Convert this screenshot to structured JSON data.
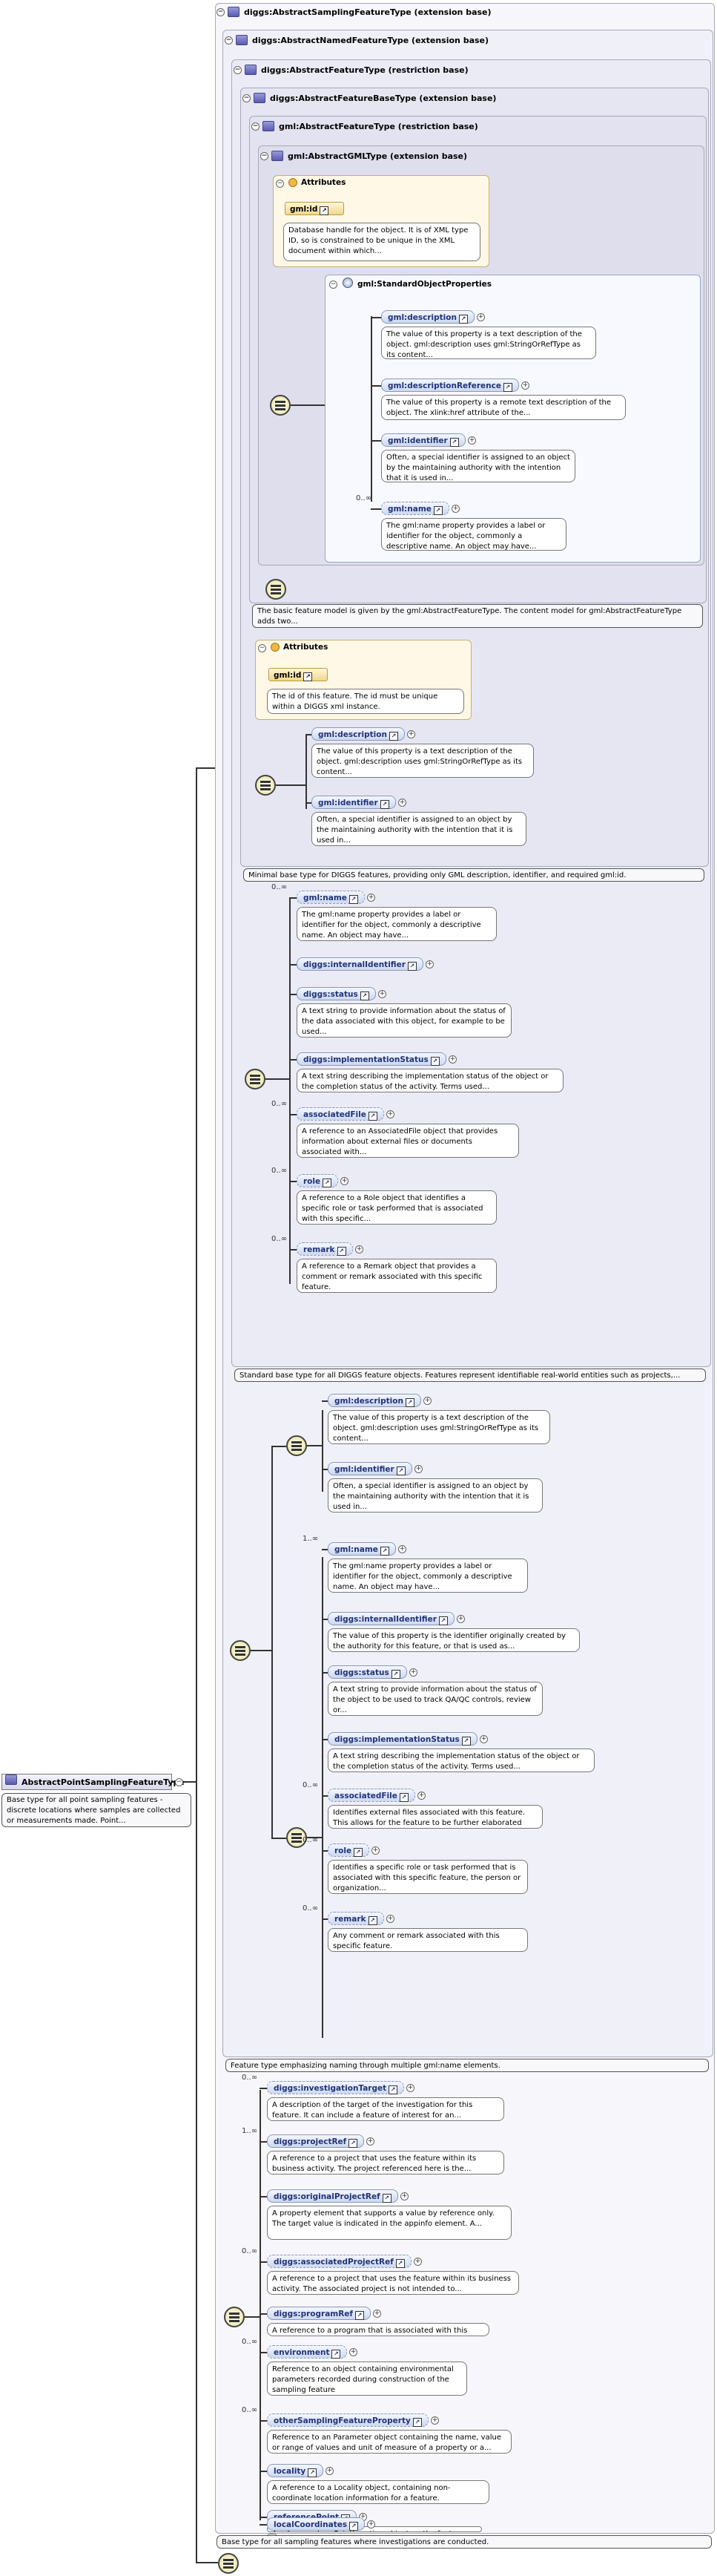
{
  "boxes": {
    "sampling_title": "diggs:AbstractSamplingFeatureType (extension base)",
    "named_title": "diggs:AbstractNamedFeatureType (extension base)",
    "feature_title": "diggs:AbstractFeatureType (restriction base)",
    "featurebase_title": "diggs:AbstractFeatureBaseType (extension base)",
    "gmlfeature_title": "gml:AbstractFeatureType (restriction base)",
    "gmlgml_title": "gml:AbstractGMLType (extension base)",
    "attributes_label": "Attributes",
    "attributes2_label": "Attributes",
    "std_props_label": "gml:StandardObjectProperties"
  },
  "root": {
    "name": "AbstractPointSamplingFeatureType",
    "doc": "Base type for all point sampling features - discrete locations where samples are collected or measurements made. Point..."
  },
  "gml_attr": {
    "name": "gml:id",
    "doc": "Database handle for the object. It is of XML type ID, so is constrained to be unique in the XML document within which..."
  },
  "std_props": [
    {
      "name": "gml:description",
      "mult": "",
      "doc": "The value of this property is a text description of the object. gml:description uses gml:StringOrRefType as its content..."
    },
    {
      "name": "gml:descriptionReference",
      "mult": "",
      "doc": "The value of this property is a remote text description of the object. The xlink:href attribute of the..."
    },
    {
      "name": "gml:identifier",
      "mult": "",
      "doc": "Often, a special identifier is assigned to an object by the maintaining authority with the intention that it is used in..."
    },
    {
      "name": "gml:name",
      "mult": "0..∞",
      "doc": "The gml:name property provides a label or identifier for the object, commonly a descriptive name. An object may have..."
    }
  ],
  "gmlfeature_annot": "The basic feature model is given by the gml:AbstractFeatureType. The content model for gml:AbstractFeatureType adds two...",
  "fb_attr": {
    "name": "gml:id",
    "doc": "The id of this feature. The id must be unique within a DIGGS xml instance."
  },
  "fb_elements": [
    {
      "name": "gml:description",
      "doc": "The value of this property is a text description of the object. gml:description uses gml:StringOrRefType as its content..."
    },
    {
      "name": "gml:identifier",
      "doc": "Often, a special identifier is assigned to an object by the maintaining authority with the intention that it is used in..."
    }
  ],
  "featurebase_annot": "Minimal base type for DIGGS features, providing only GML description, identifier, and required gml:id.",
  "feature_elements": [
    {
      "name": "gml:name",
      "mult": "0..∞",
      "doc": "The gml:name property provides a label or identifier for the object, commonly a descriptive name. An object may have..."
    },
    {
      "name": "diggs:internalIdentifier",
      "mult": "",
      "doc": ""
    },
    {
      "name": "diggs:status",
      "mult": "",
      "doc": "A text string to provide information about the status of the data associated with this object, for example to be used..."
    },
    {
      "name": "diggs:implementationStatus",
      "mult": "",
      "doc": "A text string describing the implementation status of the object or the completion status of the activity. Terms used..."
    },
    {
      "name": "associatedFile",
      "mult": "0..∞",
      "doc": "A reference to an AssociatedFile object that provides information about external files or documents associated with..."
    },
    {
      "name": "role",
      "mult": "0..∞",
      "doc": "A reference to a Role object that identifies a specific role or task performed that is associated with this specific..."
    },
    {
      "name": "remark",
      "mult": "0..∞",
      "doc": "A reference to a Remark object that provides a comment or remark associated with this specific feature."
    }
  ],
  "feature_annot": "Standard base type for all DIGGS feature objects. Features represent identifiable real-world entities such as projects,...",
  "named_top": [
    {
      "name": "gml:description",
      "doc": "The value of this property is a text description of the object. gml:description uses gml:StringOrRefType as its content..."
    },
    {
      "name": "gml:identifier",
      "doc": "Often, a special identifier is assigned to an object by the maintaining authority with the intention that it is used in..."
    }
  ],
  "named_elements": [
    {
      "name": "gml:name",
      "mult": "1..∞",
      "doc": "The gml:name property provides a label or identifier for the object, commonly a descriptive name. An object may have..."
    },
    {
      "name": "diggs:internalIdentifier",
      "mult": "",
      "doc": "The value of this property is the identifier originally created by the authority for this feature, or that is used as..."
    },
    {
      "name": "diggs:status",
      "mult": "",
      "doc": "A text string to provide information about the status of the object to be used to track QA/QC controls, review or..."
    },
    {
      "name": "diggs:implementationStatus",
      "mult": "",
      "doc": "A text string describing the implementation status of the object or the completion status of the activity. Terms used..."
    },
    {
      "name": "associatedFile",
      "mult": "0..∞",
      "doc": "Identifies external files associated with this feature. This allows for the feature to be further elaborated with..."
    },
    {
      "name": "role",
      "mult": "0..∞",
      "doc": "Identifies a specific role or task performed that is associated with this specific feature, the person or organization..."
    },
    {
      "name": "remark",
      "mult": "0..∞",
      "doc": "Any comment or remark associated with this specific feature."
    }
  ],
  "named_annot": "Feature type emphasizing naming through multiple gml:name elements.",
  "sampling_elements": [
    {
      "name": "diggs:investigationTarget",
      "mult": "0..∞",
      "doc": "A description of the target of the investigation for this feature. It can include a feature of interest for an..."
    },
    {
      "name": "diggs:projectRef",
      "mult": "1..∞",
      "doc": "A reference to a project that uses the feature within its business activity. The project referenced here is the..."
    },
    {
      "name": "diggs:originalProjectRef",
      "mult": "",
      "doc": "A property element that supports a value by reference only. The target value is indicated in the appinfo element. A..."
    },
    {
      "name": "diggs:associatedProjectRef",
      "mult": "0..∞",
      "doc": "A reference to a project that uses the feature within its business activity. The associated project is not intended to..."
    },
    {
      "name": "diggs:programRef",
      "mult": "",
      "doc": "A reference to a program that is associated with this feature."
    },
    {
      "name": "environment",
      "mult": "0..∞",
      "doc": "Reference to an object containing environmental parameters recorded during construction of the sampling feature"
    },
    {
      "name": "otherSamplingFeatureProperty",
      "mult": "0..∞",
      "doc": "Reference to an Parameter object containing the name, value or range of values and unit of measure of a property or a..."
    },
    {
      "name": "locality",
      "mult": "",
      "doc": "A reference to a Locality object, containing non-coordinate location information for a feature."
    },
    {
      "name": "referencePoint",
      "mult": "",
      "doc": "A reference to a PointLocation object on the feature that defines the location of the samplingFeature within a known..."
    },
    {
      "name": "localCoordinates",
      "mult": "",
      "doc": "A reference to a LocalCoordinate object that holds the values of local coordinates for the reference point of the..."
    }
  ],
  "sampling_annot": "Base type for all sampling features where investigations are conducted."
}
